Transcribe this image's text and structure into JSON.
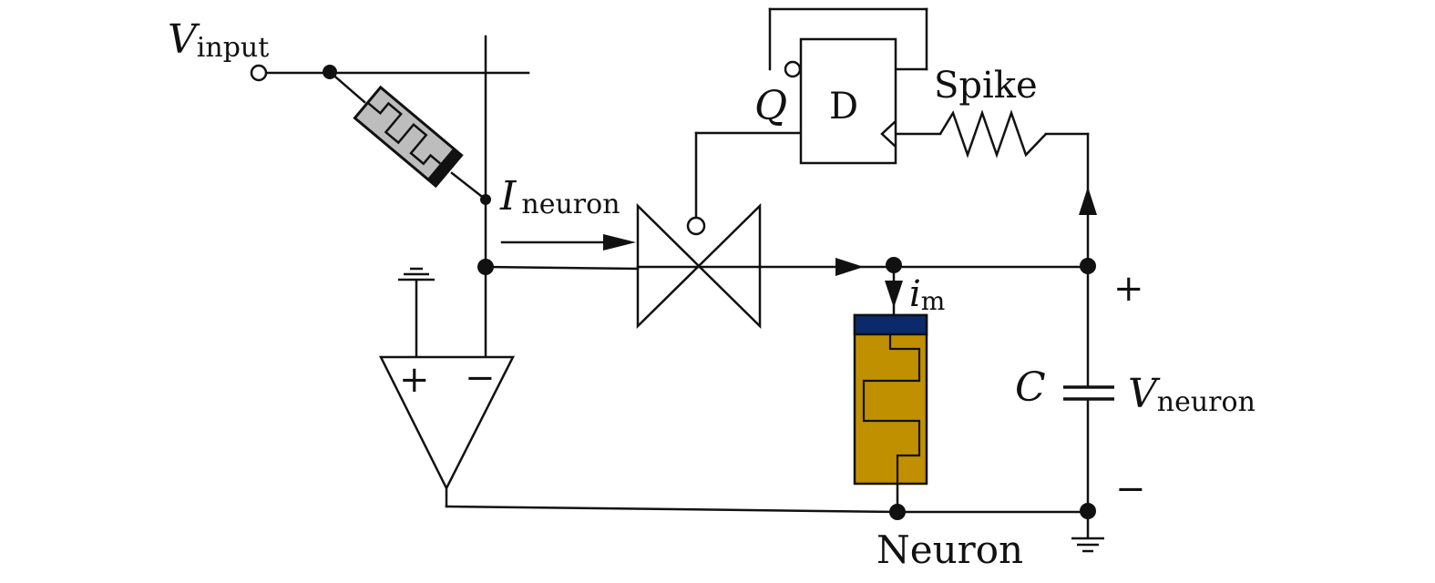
{
  "labels": {
    "v_input": {
      "main": "V",
      "sub": "input"
    },
    "i_neuron": {
      "main": "I",
      "sub": "neuron"
    },
    "q": "Q",
    "d": "D",
    "spike": "Spike",
    "i_m": {
      "main": "i",
      "sub": "m"
    },
    "c": "C",
    "v_neuron": {
      "main": "V",
      "sub": "neuron"
    },
    "plus_right": "+",
    "minus_right": "−",
    "opamp_plus": "+",
    "opamp_minus": "−",
    "neuron": "Neuron"
  },
  "colors": {
    "wire": "#111111",
    "synapse_body": "#bdbdbd",
    "memristor_body": "#c09000",
    "memristor_cap": "#0b2a6b"
  },
  "components": [
    "input-terminal",
    "synapse-memristor",
    "transmission-gate",
    "d-flip-flop",
    "spike-resistor",
    "neuron-memristor",
    "capacitor",
    "comparator-opamp",
    "ground-symbol",
    "vss-symbol"
  ]
}
